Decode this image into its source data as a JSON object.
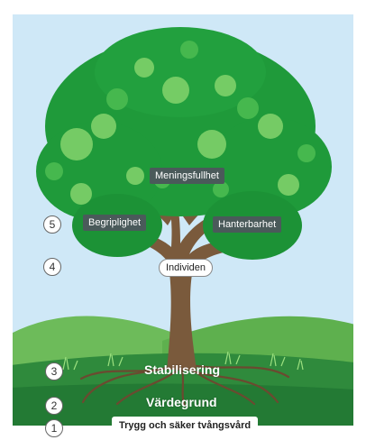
{
  "branches": {
    "meningsfullhet": "Meningsfullhet",
    "begriplighet": "Begriplighet",
    "hanterbarhet": "Hanterbarhet"
  },
  "trunk_label": "Individen",
  "levels": {
    "stabilisering": "Stabilisering",
    "vardegrund": "Värdegrund",
    "base": "Trygg och säker tvångsvård"
  },
  "numbers": [
    "1",
    "2",
    "3",
    "4",
    "5"
  ],
  "colors": {
    "sky": "#cfe8f7",
    "hill_light": "#6dbb5a",
    "hill_dark": "#2f8a3c",
    "ground": "#237a34",
    "trunk": "#7a5a3c",
    "leaf_dark": "#1f9a3a",
    "leaf_light": "#7fd16a",
    "label_bg": "#4a5a5a",
    "frame": "#ffffff"
  }
}
